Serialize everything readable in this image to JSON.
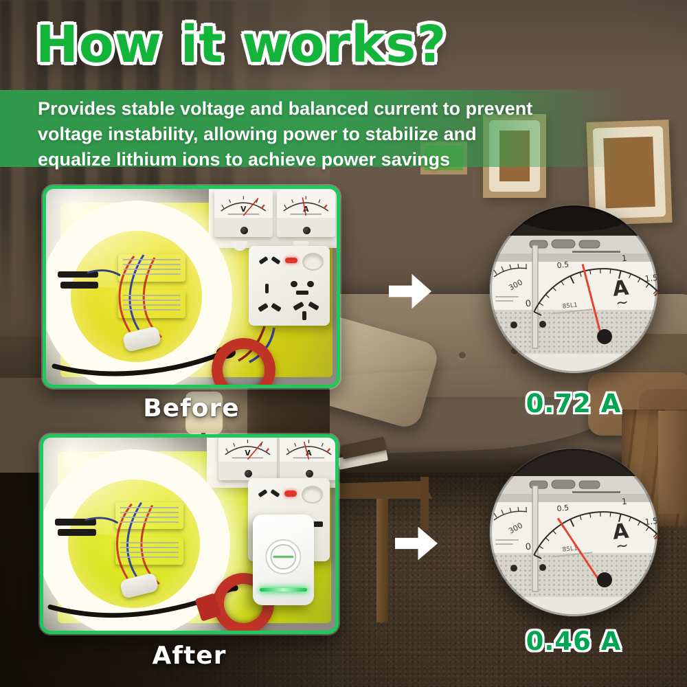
{
  "header": {
    "title": "How it works?",
    "subtitle": "Provides stable voltage and balanced current to prevent\nvoltage instability, allowing power to stabilize and\nequalize lithium ions to achieve power savings"
  },
  "colors": {
    "title_green": "#12b43a",
    "banner_green": "#2f9e4d",
    "reading_green": "#00a651",
    "photo_frame_green": "#1ec95b",
    "device_led_green": "#14c04a"
  },
  "comparison": {
    "before": {
      "label": "Before",
      "reading": "0.72 A",
      "value_amps": 0.72
    },
    "after": {
      "label": "After",
      "reading": "0.46 A",
      "value_amps": 0.46
    }
  },
  "ammeter_closeup": {
    "tick_labels": [
      "0",
      "0.5",
      "1",
      "1.5"
    ],
    "unit_label": "A",
    "ac_symbol": "~",
    "adjacent_scale_label": "300",
    "model_label": "85L1"
  },
  "panel_meters": {
    "voltmeter_label": "V",
    "ammeter_label": "A"
  }
}
